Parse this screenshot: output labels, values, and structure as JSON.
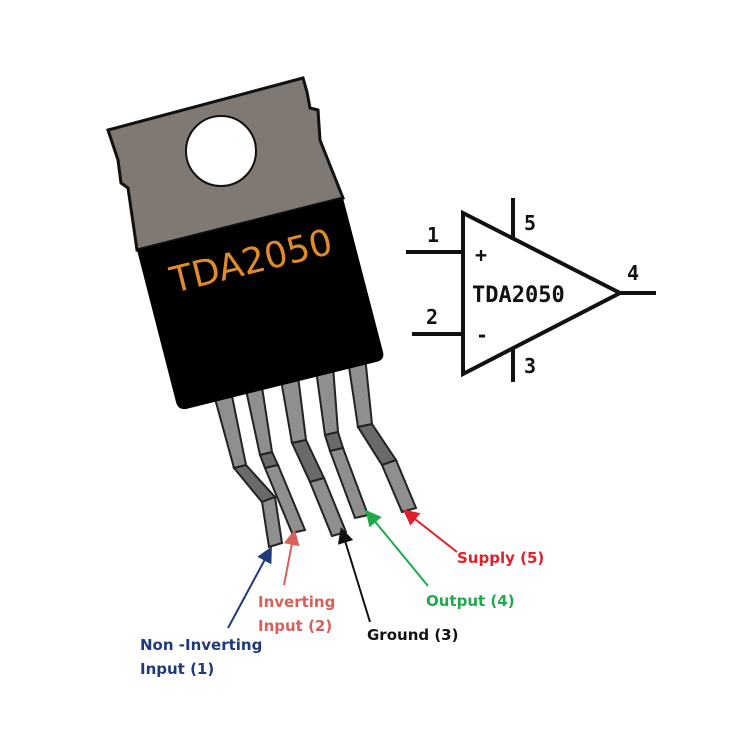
{
  "package": {
    "label": "TDA2050",
    "label_color": "#e08a2c",
    "tab_color": "#7f7873",
    "body_color": "#000000",
    "lead_color": "#8f8f8f"
  },
  "symbol": {
    "label": "TDA2050",
    "plus": "+",
    "minus": "-",
    "pins": [
      {
        "num": "1",
        "role": "non-inverting"
      },
      {
        "num": "2",
        "role": "inverting"
      },
      {
        "num": "3",
        "role": "ground"
      },
      {
        "num": "4",
        "role": "output"
      },
      {
        "num": "5",
        "role": "supply"
      }
    ]
  },
  "pin_labels": [
    {
      "line1": "Non -Inverting",
      "line2": "Input (1)",
      "color": "#1f3a7a"
    },
    {
      "line1": "Inverting",
      "line2": "Input (2)",
      "color": "#d9605a"
    },
    {
      "line1": "Ground (3)",
      "line2": "",
      "color": "#111111"
    },
    {
      "line1": "Output (4)",
      "line2": "",
      "color": "#1fa94a"
    },
    {
      "line1": "Supply (5)",
      "line2": "",
      "color": "#e0202a"
    }
  ]
}
